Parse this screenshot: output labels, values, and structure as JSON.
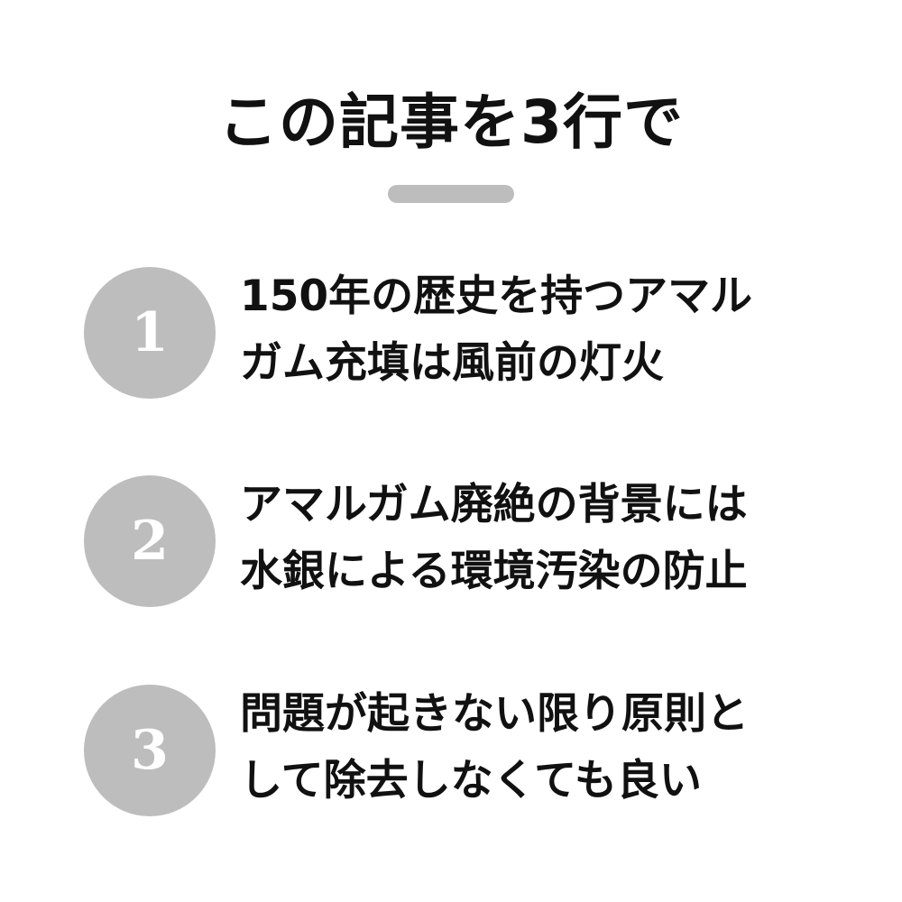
{
  "title": "この記事を3行で",
  "items": [
    {
      "number": "1",
      "lines": [
        "150年の歴史を持つアマル",
        "ガム充填は風前の灯火"
      ]
    },
    {
      "number": "2",
      "lines": [
        "アマルガム廃絶の背景には",
        "水銀による環境汚染の防止"
      ]
    },
    {
      "number": "3",
      "lines": [
        "問題が起きない限り原則と",
        "して除去しなくても良い"
      ]
    }
  ],
  "colors": {
    "accent_gray": "#bdbdbd",
    "text": "#111111",
    "background": "#ffffff"
  }
}
